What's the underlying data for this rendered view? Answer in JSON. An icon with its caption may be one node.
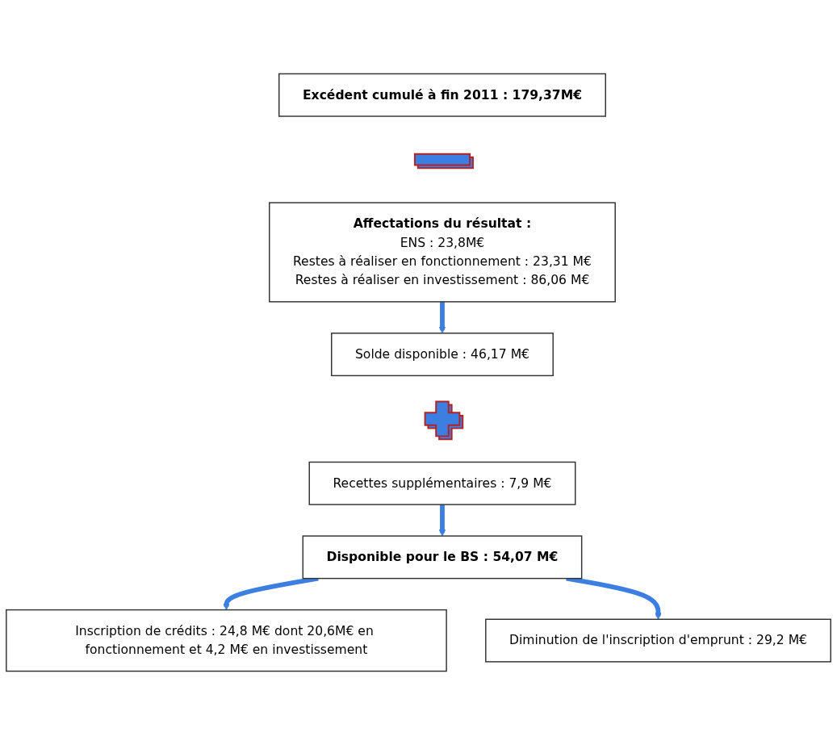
{
  "diagram": {
    "nodes": [
      {
        "text": [
          "Excédent cumulé à fin 2011 : 179,37M€"
        ]
      },
      {
        "text": [],
        "shape": "minus"
      },
      {
        "text": [
          "Affectations du résultat :",
          "ENS : 23,8M€",
          "Restes à réaliser en fonctionnement : 23,31 M€",
          "Restes à réaliser en investissement : 86,06 M€"
        ]
      },
      {
        "text": [
          "Solde disponible : 46,17 M€"
        ]
      },
      {
        "text": [],
        "shape": "plus"
      },
      {
        "text": [
          "Recettes supplémentaires : 7,9 M€"
        ]
      },
      {
        "text": [
          "Disponible pour le BS : 54,07 M€"
        ]
      },
      {
        "text": [
          "Inscription de crédits : 24,8 M€ dont 20,6M€ en fonctionnement et 4,2 M€ en investissement"
        ]
      },
      {
        "text": [
          "Diminution de l'inscription d'emprunt : 29,2 M€"
        ]
      }
    ],
    "edges": [
      {
        "from": 2,
        "to": 3,
        "arrow": "to"
      },
      {
        "from": 5,
        "to": 6,
        "arrow": "to"
      },
      {
        "from": 6,
        "to": 7,
        "arrow": "to"
      },
      {
        "from": 6,
        "to": 8,
        "arrow": "to"
      }
    ]
  }
}
